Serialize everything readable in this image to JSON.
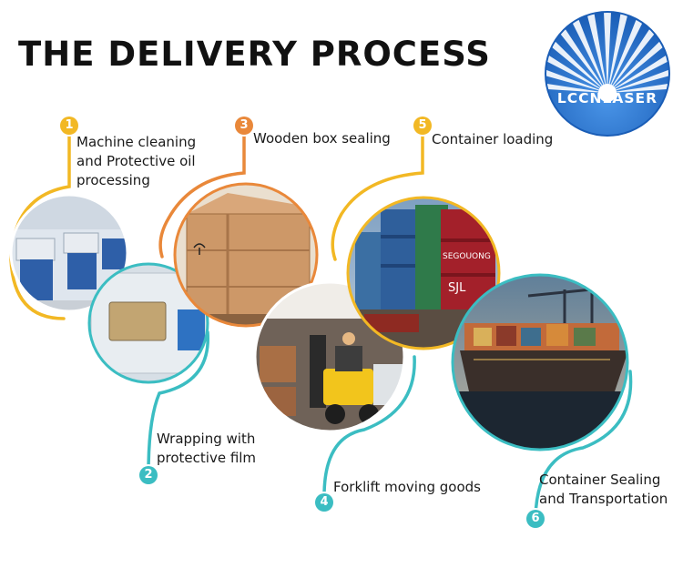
{
  "title": "THE DELIVERY PROCESS",
  "logo": {
    "text": "LCCNLASER",
    "color": "#1f6dc4"
  },
  "colors": {
    "yellow": "#f2b824",
    "orange": "#e9883a",
    "teal": "#3bbdc2"
  },
  "steps": [
    {
      "num": "1",
      "label": "Machine cleaning and Protective oil processing"
    },
    {
      "num": "2",
      "label": "Wrapping with protective film"
    },
    {
      "num": "3",
      "label": "Wooden box sealing"
    },
    {
      "num": "4",
      "label": "Forklift moving goods"
    },
    {
      "num": "5",
      "label": "Container loading"
    },
    {
      "num": "6",
      "label": "Container Sealing and Transportation"
    }
  ],
  "photo_text": {
    "container_brand": "SEGOUONG",
    "container_mark": "SJL"
  }
}
